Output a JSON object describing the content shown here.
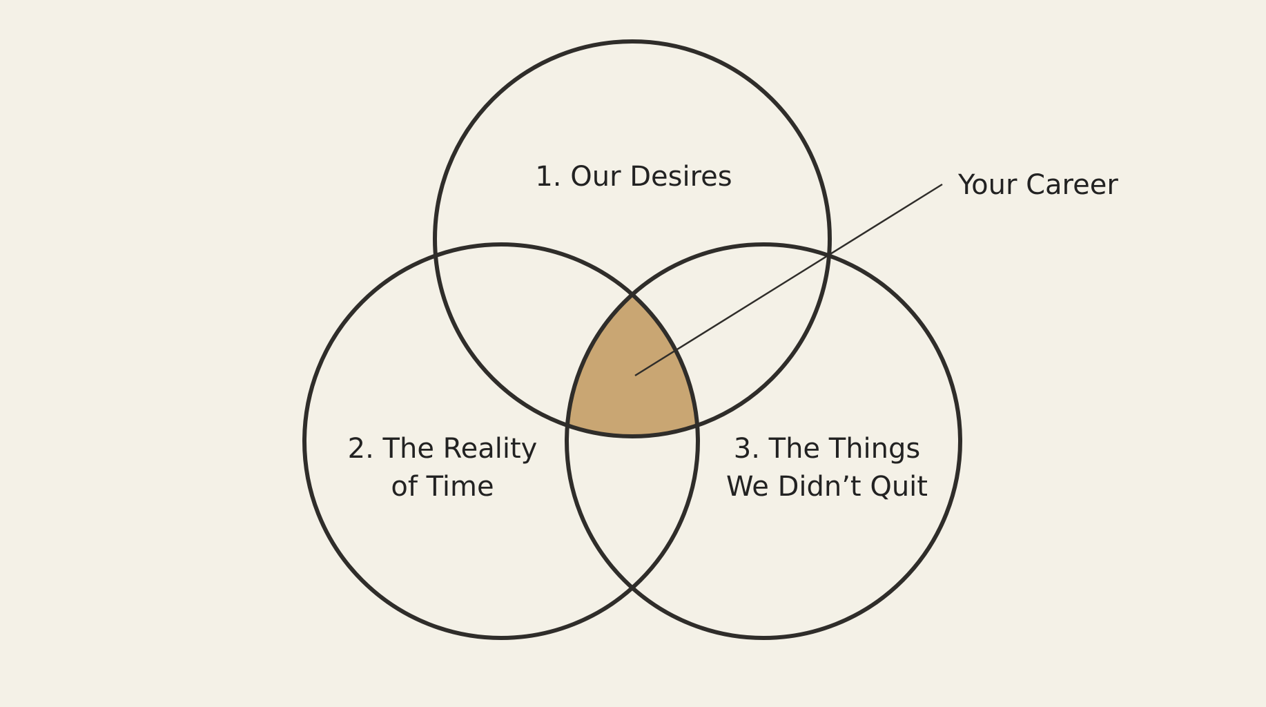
{
  "diagram": {
    "type": "venn-3",
    "sets": [
      {
        "id": "desires",
        "label_lines": [
          "1. Our Desires"
        ]
      },
      {
        "id": "time",
        "label_lines": [
          "2. The Reality",
          "of Time"
        ]
      },
      {
        "id": "quit",
        "label_lines": [
          "3. The Things",
          "We Didn’t Quit"
        ]
      }
    ],
    "intersection_label": "Your Career",
    "colors": {
      "background": "#f4f1e7",
      "stroke": "#2f2d2a",
      "intersection_fill": "#c9a673"
    }
  }
}
